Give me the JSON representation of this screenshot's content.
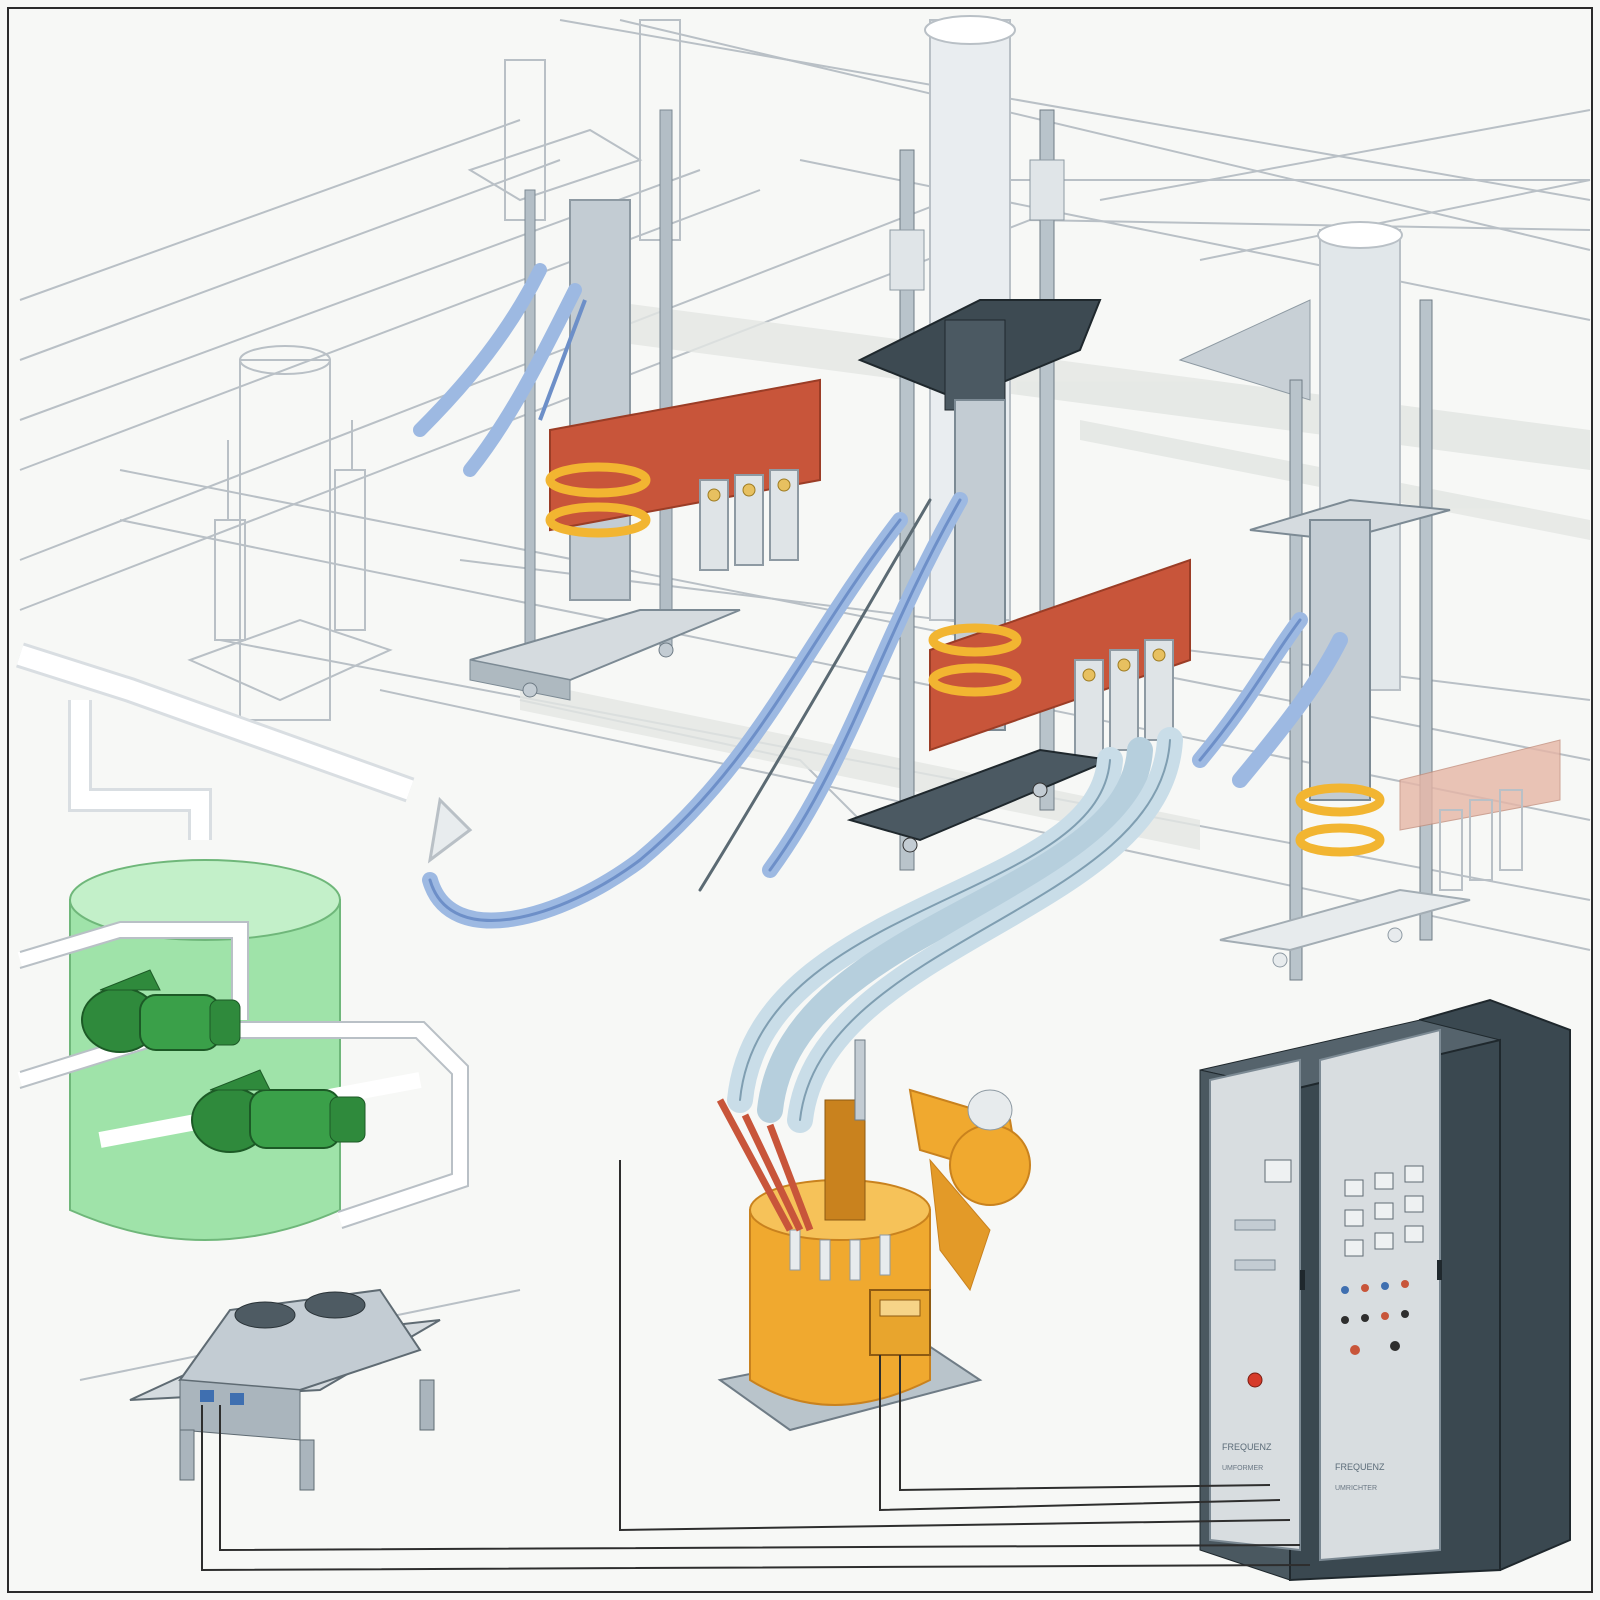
{
  "colors": {
    "paper": "#f7f8f6",
    "frame": "#2b2b2b",
    "outline": "#b9c0c6",
    "hose": "#9db9e2",
    "hose_dark": "#6d8fc8",
    "busbar": "#c8553a",
    "busbar_dark": "#9b3d26",
    "coil": "#f2b531",
    "bracket_dark": "#3d4a52",
    "steel": "#c3ccd3",
    "tank_green": "#9fe3a9",
    "pump_green": "#2f8a3c",
    "transformer": "#f0a92f",
    "transformer_dark": "#c9821e",
    "cabinet": "#3a4850",
    "panel": "#d8dde0",
    "wire": "#2e2e2e"
  },
  "components": {
    "cabinet": {
      "name": "control-cabinet",
      "left_panel_lines": [
        "FREQUENZ",
        "UMFORMER"
      ],
      "right_panel_lines": [
        "FREQUENZ",
        "UMRICHTER"
      ]
    },
    "transformer": {
      "name": "oil-transformer"
    },
    "water_tank": {
      "name": "cooling-water-tank"
    },
    "pumps": {
      "name": "circulation-pumps"
    },
    "recooler": {
      "name": "air-recooler"
    },
    "coils": {
      "name": "induction-coils"
    }
  }
}
